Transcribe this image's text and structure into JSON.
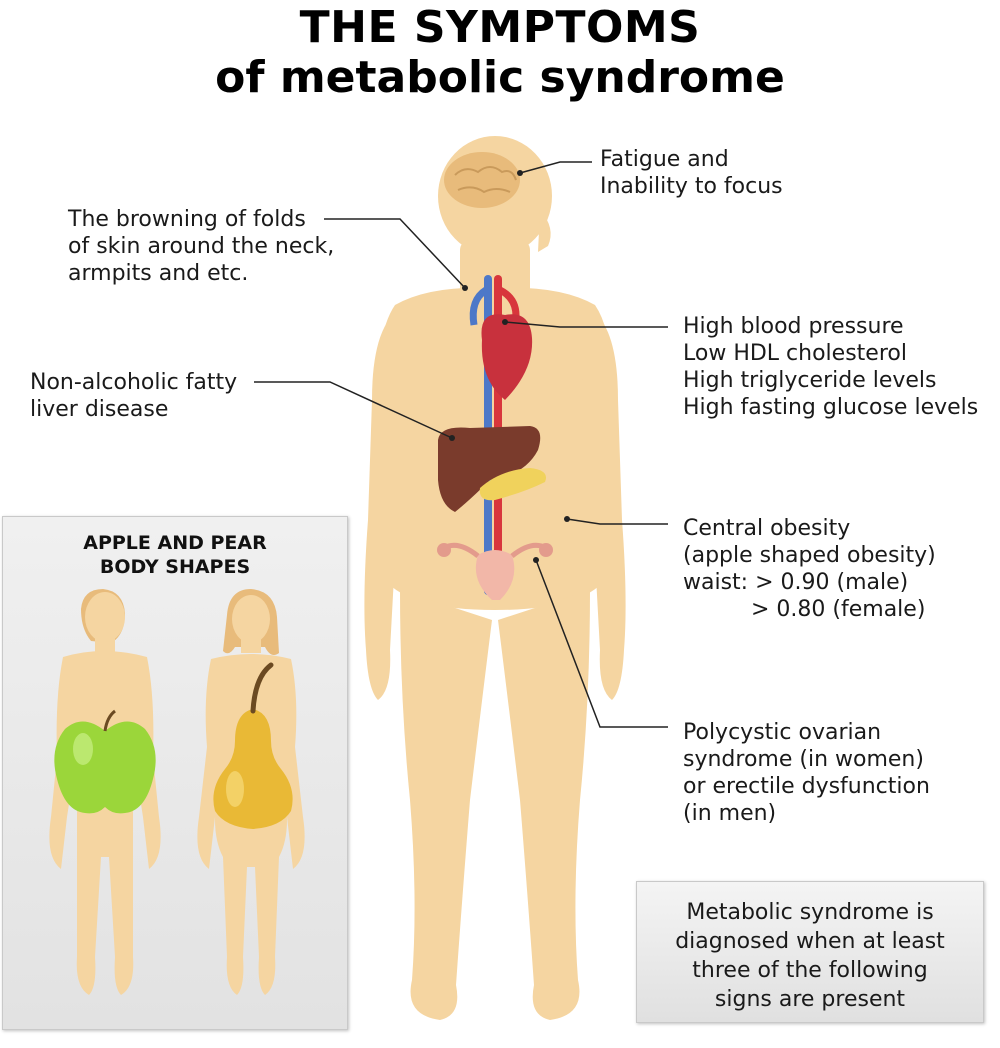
{
  "title": {
    "line1": "THE SYMPTOMS",
    "line2": "of metabolic syndrome"
  },
  "labels": {
    "fatigue": [
      "Fatigue and",
      "Inability to focus"
    ],
    "skin": [
      "The browning of folds",
      "of skin around the neck,",
      "armpits and etc."
    ],
    "blood": [
      "High blood pressure",
      "Low HDL cholesterol",
      "High triglyceride levels",
      "High fasting glucose levels"
    ],
    "liver": [
      "Non-alcoholic fatty",
      "liver disease"
    ],
    "obesity": [
      "Central obesity",
      "(apple shaped obesity)",
      "waist: > 0.90 (male)",
      "> 0.80 (female)"
    ],
    "ovarian": [
      "Polycystic ovarian",
      "syndrome (in women)",
      "or erectile dysfunction",
      "(in men)"
    ]
  },
  "panel": {
    "title_line1": "APPLE AND PEAR",
    "title_line2": "BODY SHAPES"
  },
  "note": [
    "Metabolic syndrome is",
    "diagnosed  when at least",
    "three of the following",
    "signs are present"
  ],
  "colors": {
    "skin": "#f5d5a1",
    "hair": "#e8bb7b",
    "heart": "#c8313d",
    "liver": "#7a3b2c",
    "pancreas": "#f0d25c",
    "artery": "#d8363c",
    "vein": "#4d78c8",
    "apple": "#9bd63a",
    "pear": "#e9b936"
  }
}
